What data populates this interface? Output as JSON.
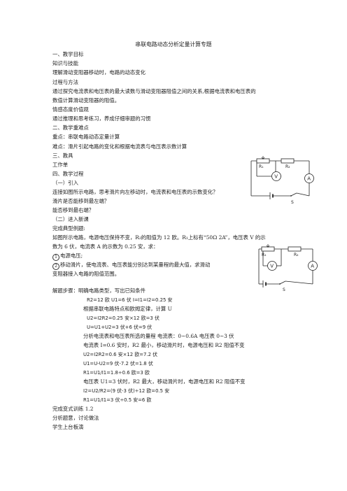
{
  "doc": {
    "title": "串联电路动态分析定量计算专题",
    "s1": "一、教学目标",
    "s1a": "知识与技能",
    "s1a1": "理解滑动变阻器移动时，电路的动态变化",
    "s1b": "过程与方法",
    "s1b1": "通过探究电流表和电压表的最大读数与滑动变阻器阻值之间的关系,根据电流表和电压表的",
    "s1b2": "数值计算滑动变阻器的阻值。",
    "s1c": "情感态度价值观",
    "s1c1": "通过推理和思考练习，养成仔细审题的习惯",
    "s2": "二、教学重难点",
    "s2a": "重点：串联电路动态定量计算",
    "s2b": "难点：滑片引起电路的变化和根据电流表与电压表示数计算",
    "s3": "三、教具",
    "s3a": "工作单",
    "s4": "四、教学过程",
    "p1": "（一）引入",
    "p1a": "连接如图所示电路，思考滑片向左移动时，电流表和电压表的示数变化？",
    "p1b": "滑片是否能移到最左端？",
    "p1c": "能否移到最右端？",
    "p2": "（二）进入新课",
    "p2a": "完成典型例题:",
    "q1": "如图所示电路，电源电压保持不变，R₂的阻值为 12 欧。R₁上标有“50Ω 2A”，电压表 V 的示",
    "q2": "数为 6 伏，电流表 A 的示数为 0.25 安，求：",
    "q_mark1": "1",
    "q3": "电源电压;",
    "q_mark2": "2",
    "q4": "移动滑片，使电流表、电压表能分别达到某量程的最大值，求滑动",
    "q5": "变阻器接入电路的阻值范围。",
    "a0": "解题步骤：明确电路类型，写出已知条件",
    "a1": "R2=12 欧          U1=6 伏       I=I1=I2=0.25 安",
    "a2": "根据串联电路特点和欧姆定律，计算 U",
    "a3": "U2=I2R2=0.25 安×12 欧=3 伏",
    "a4": "U=U1+U2=3 伏+6 伏=9 伏",
    "a5": "分析电流表和电压表所选的量程  电流表：0~0.6A        电压表 0~3 伏",
    "a6": "电流表 I=0.6 安时，R2 最小，移动滑片时，电源电压和 R2 阻值不变",
    "a7": "U2=I2R2=0.6 安×12 欧=7.2 伏",
    "a8": "U1=U-U2=9 伏-7.2 伏=1.8 伏",
    "a9": "R1=U1/I1=1.8÷0.6 欧=3 欧",
    "a10": "电压表 U1=3 伏时，R2 最大，移动滑片时，电源电压和 R2 阻值不变",
    "a11": "I2=U2/R2=(9 伏-3 伏)÷12 欧=0.5 安",
    "a12": "R1=U1/I1=3 伏÷0.5 安=6 欧",
    "e1": "完成变式训练 1.2",
    "e2": "分析题意，讨论做法",
    "e3": "学生上台板演"
  },
  "circuit1": {
    "r1": "R₁",
    "r2": "R₂",
    "v": "V",
    "a": "A",
    "s": "S"
  },
  "circuit2": {
    "r1": "R₁",
    "r2": "R₂",
    "v": "V",
    "a": "A",
    "s": "S"
  }
}
